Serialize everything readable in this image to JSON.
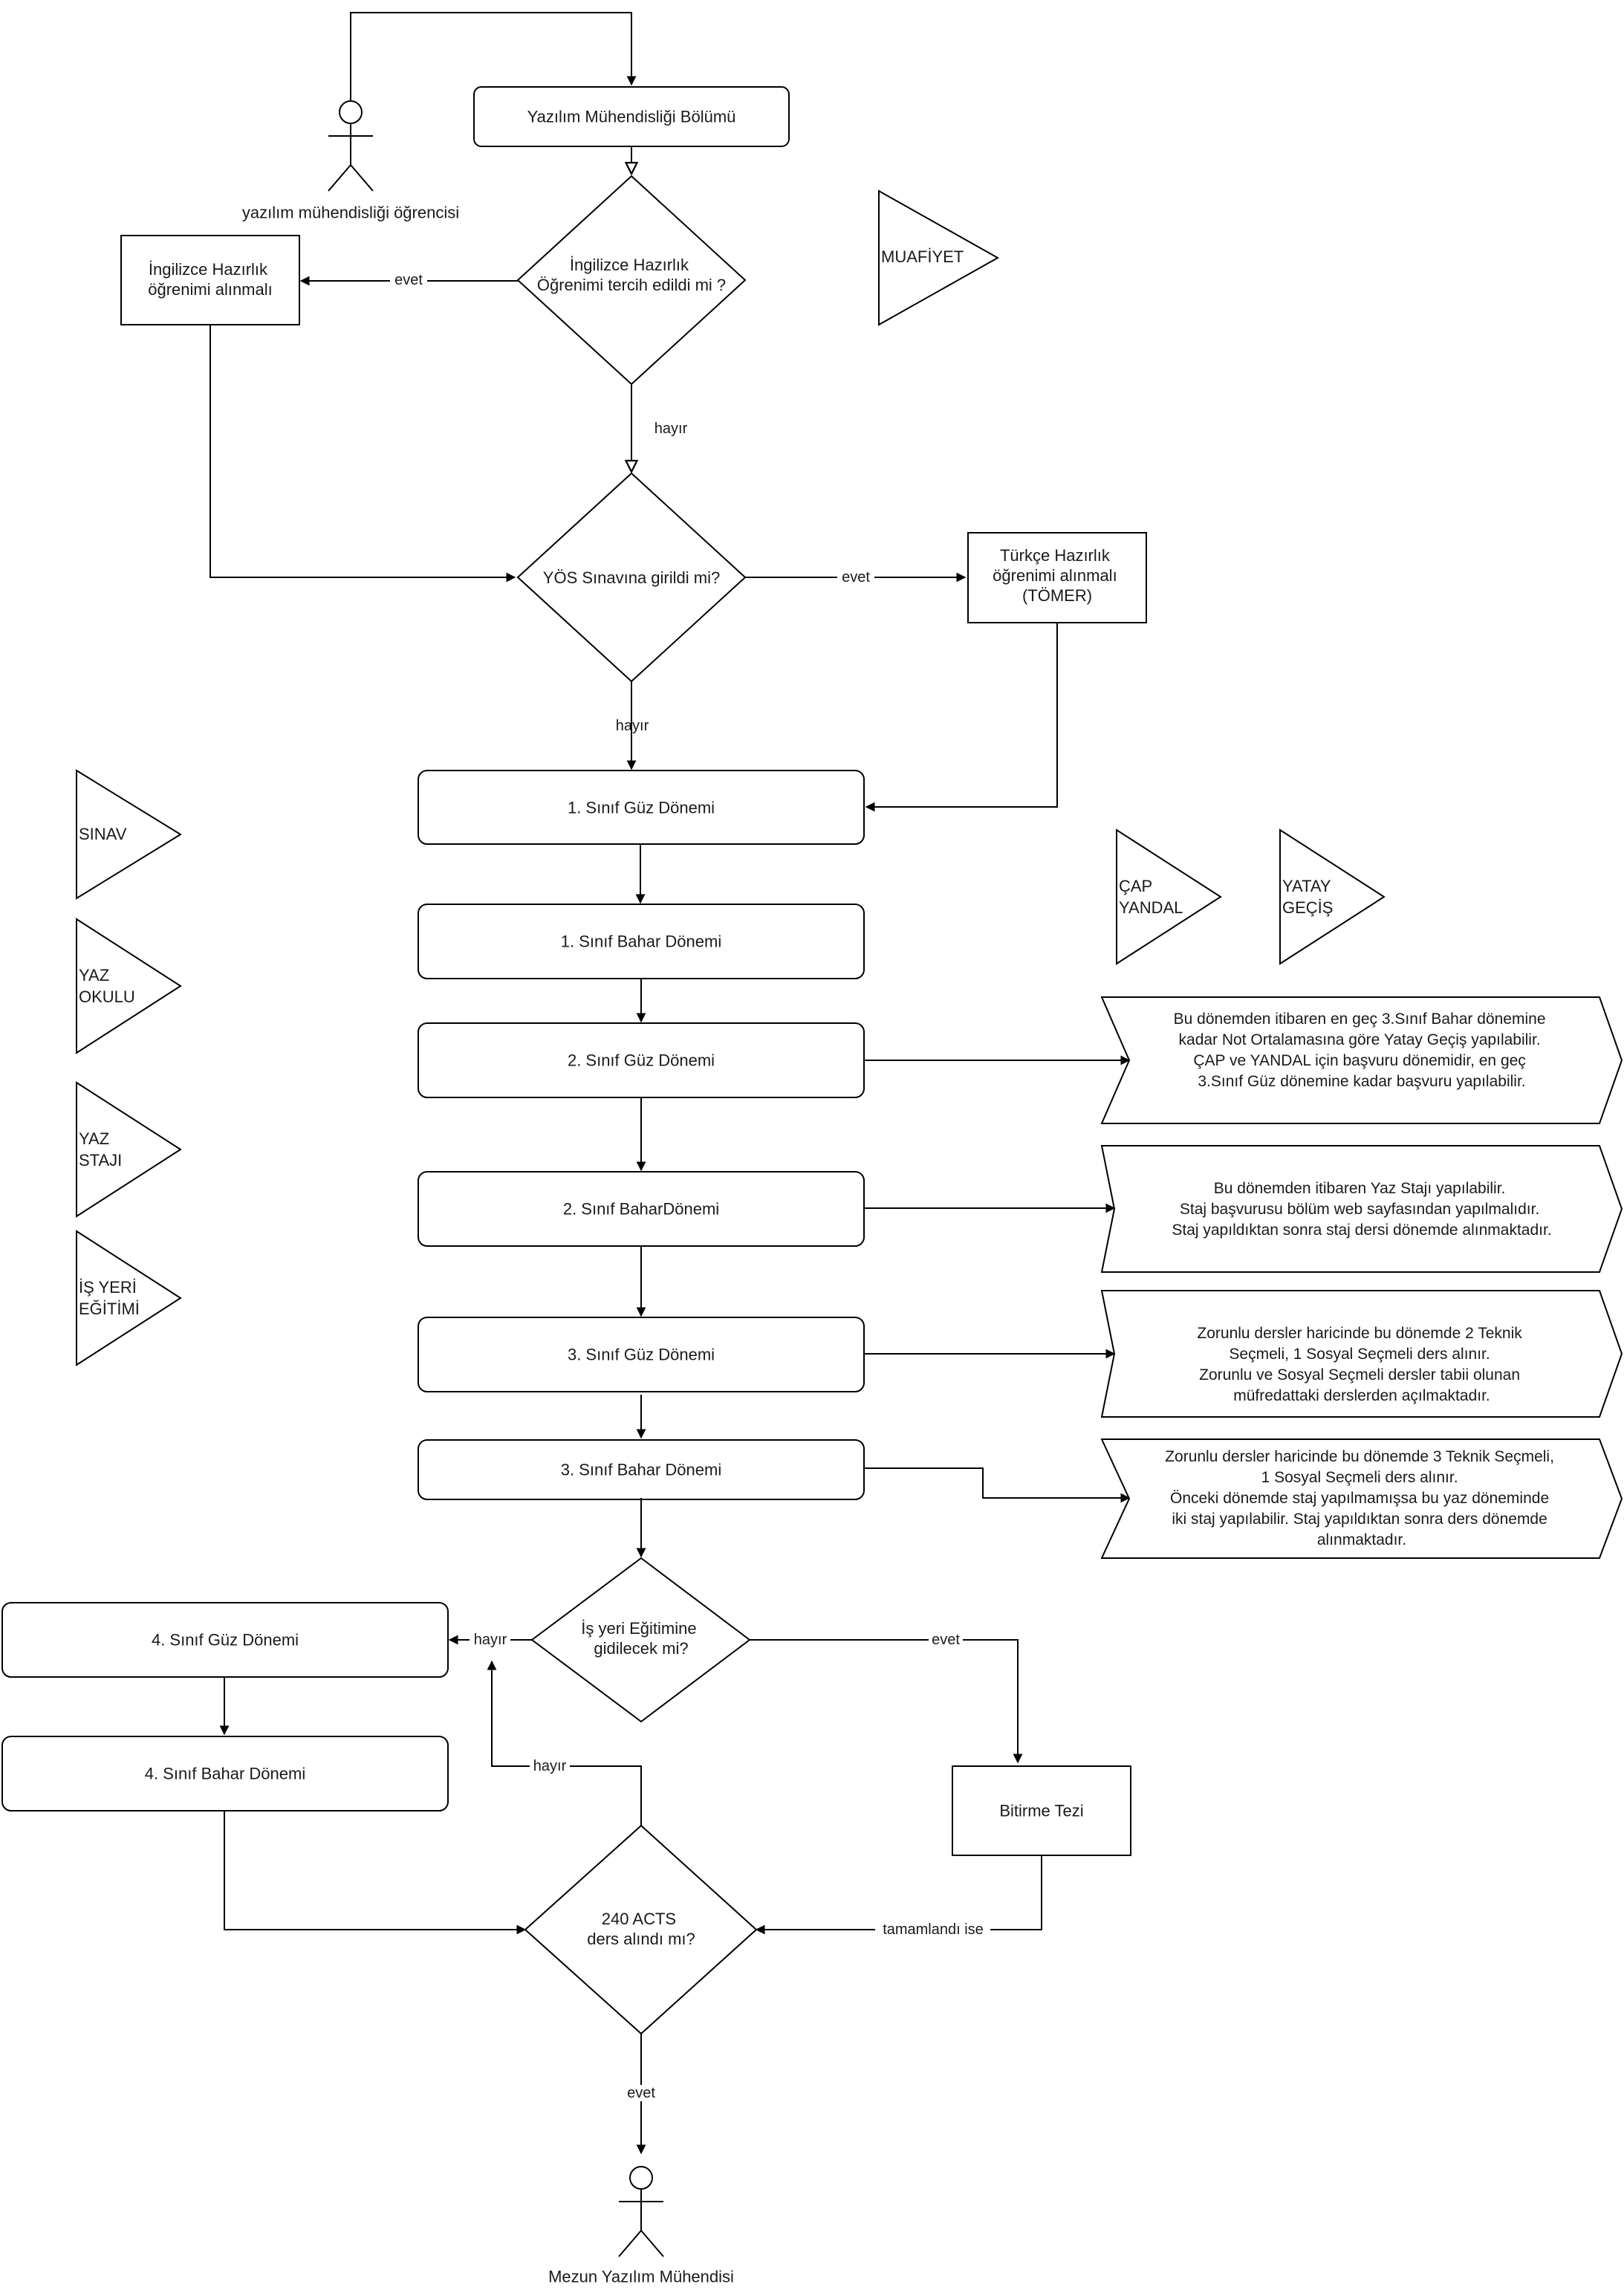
{
  "actors": {
    "student": "yazılım mühendisliği öğrencisi",
    "graduate": "Mezun Yazılım Mühendisi"
  },
  "nodes": {
    "department": "Yazılım Mühendisliği Bölümü",
    "english_decision": [
      "İngilizce Hazırlık",
      "Öğrenimi tercih edildi mi ?"
    ],
    "english_prep": [
      "İngilizce Hazırlık",
      "öğrenimi alınmalı"
    ],
    "yos_decision": [
      "YÖS Sınavına girildi mi?"
    ],
    "turkish_prep": [
      "Türkçe Hazırlık",
      "öğrenimi alınmalı",
      "(TÖMER)"
    ],
    "y1_fall": "1. Sınıf Güz Dönemi",
    "y1_spring": "1. Sınıf Bahar Dönemi",
    "y2_fall": "2. Sınıf Güz Dönemi",
    "y2_spring": "2. Sınıf BaharDönemi",
    "y3_fall": "3. Sınıf Güz Dönemi",
    "y3_spring": "3. Sınıf Bahar Dönemi",
    "workplace_decision": [
      "İş yeri Eğitimine",
      "gidilecek mi?"
    ],
    "y4_fall": "4. Sınıf Güz Dönemi",
    "y4_spring": "4. Sınıf Bahar Dönemi",
    "thesis": "Bitirme Tezi",
    "ects_decision": [
      "240 ACTS",
      "ders alındı mı?"
    ]
  },
  "edge_labels": {
    "english_yes": "evet",
    "english_no": "hayır",
    "yos_yes": "evet",
    "yos_no": "hayır",
    "workplace_no": "hayır",
    "workplace_yes": "evet",
    "ects_no": "hayır",
    "thesis_done": "tamamlandı ise",
    "ects_yes": "evet"
  },
  "legend": {
    "exemption": [
      "MUAFİYET"
    ],
    "exam": [
      "SINAV"
    ],
    "summer_school": [
      "YAZ",
      "OKULU"
    ],
    "summer_internship": [
      "YAZ",
      "STAJI"
    ],
    "workplace_training": [
      "İŞ YERİ",
      "EĞİTİMİ"
    ],
    "double_major": [
      "ÇAP",
      "YANDAL"
    ],
    "transfer": [
      "YATAY",
      "GEÇİŞ"
    ]
  },
  "notes": {
    "y2_fall": [
      "Bu dönemden itibaren en geç 3.Sınıf Bahar dönemine",
      "kadar Not Ortalamasına göre Yatay Geçiş yapılabilir.",
      "",
      "ÇAP ve YANDAL için başvuru dönemidir, en geç",
      "3.Sınıf Güz dönemine kadar başvuru yapılabilir."
    ],
    "y2_spring": [
      "Bu dönemden itibaren Yaz Stajı yapılabilir.",
      "Staj başvurusu bölüm web sayfasından yapılmalıdır.",
      "Staj yapıldıktan sonra staj dersi dönemde alınmaktadır."
    ],
    "y3_fall": [
      "Zorunlu dersler haricinde bu dönemde 2 Teknik",
      "Seçmeli, 1 Sosyal Seçmeli ders alınır.",
      "Zorunlu ve Sosyal Seçmeli dersler tabii olunan",
      "müfredattaki derslerden açılmaktadır."
    ],
    "y3_spring": [
      "Zorunlu dersler haricinde bu dönemde 3 Teknik Seçmeli,",
      "1 Sosyal Seçmeli ders alınır.",
      "Önceki dönemde staj yapılmamışsa bu yaz döneminde",
      "iki staj yapılabilir. Staj yapıldıktan sonra ders dönemde",
      "alınmaktadır."
    ]
  }
}
